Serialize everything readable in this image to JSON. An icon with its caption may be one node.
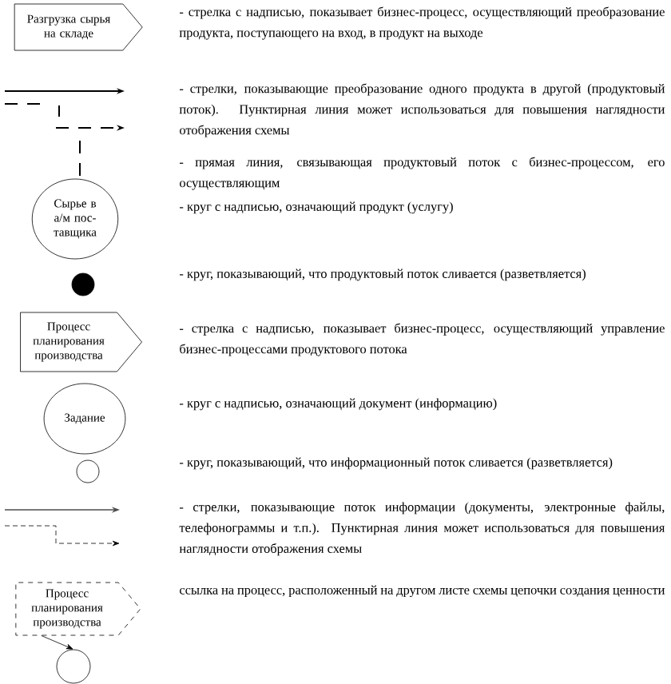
{
  "diagram": {
    "nodes": [
      {
        "text": [
          "Разгрузка сырья на складе"
        ]
      },
      {
        "text": [
          "Сырье в а/м пос-тавщика"
        ]
      },
      {
        "text": [],
        "shape": "circle"
      },
      {
        "text": [
          "Процесс планирования производства"
        ]
      },
      {
        "text": [
          "Задание"
        ]
      },
      {
        "text": [],
        "shape": "circle"
      },
      {
        "text": [
          "Процесс планирования производства"
        ]
      },
      {
        "text": [],
        "shape": "circle"
      }
    ],
    "edges": [
      {
        "from": 6,
        "to": 7,
        "arrow": "to"
      }
    ],
    "labels": [
      "- стрелка с надписью, показывает бизнес-процесс, осуществляющий преобразование продукта, поступающего на вход, в продукт на выходе",
      "- стрелки, показывающие преобразование одного продукта в другой (продуктовый поток). Пунктирная линия может использоваться для повышения наглядности отображения схемы",
      "- прямая линия, связывающая продуктовый поток с бизнес-процессом, его осуществляющим",
      "- круг с надписью, означающий продукт (услугу)",
      "- круг, показывающий, что продуктовый поток сливается (разветвляется)",
      "- стрелка с надписью, показывает бизнес-процесс, осуществляющий управление бизнес-процессами продуктового потока",
      "- круг с надписью, означающий документ (информацию)",
      "- круг, показывающий, что информационный поток сливается (разветвляется)",
      "- стрелки, показывающие поток информации (документы, электронные файлы, телефонограммы и т.п.). Пунктирная линия может использоваться для повышения наглядности отображения схемы",
      "ссылка на процесс, расположенный на другом листе схемы цепочки создания ценности"
    ]
  }
}
